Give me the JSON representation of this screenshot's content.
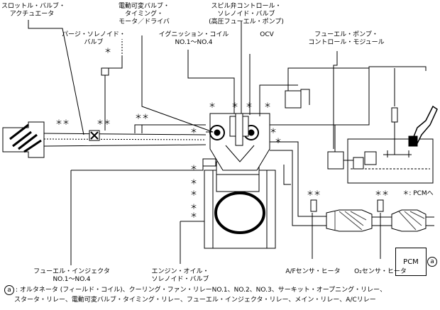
{
  "labels": {
    "throttle": [
      "スロットル・バルブ・",
      "アクチュエータ"
    ],
    "vvt": [
      "電動可変バルブ・",
      "タイミング・",
      "モータ／ドライバ"
    ],
    "spill": [
      "スピル弁コントロール・",
      "ソレノイド・バルブ",
      "(高圧フューエル・ポンプ)"
    ],
    "purge": [
      "パージ・ソレノイド・",
      "バルブ"
    ],
    "ignition": [
      "イグニッション・コイル",
      "NO.1～NO.4"
    ],
    "ocv": "OCV",
    "fpcm": [
      "フューエル・ポンプ・",
      "コントロール・モジュール"
    ],
    "injector": [
      "フューエル・インジェクタ",
      "NO.1～NO.4"
    ],
    "oil": [
      "エンジン・オイル・",
      "ソレノイド・バルブ"
    ],
    "af": "A/Fセンサ・ヒータ",
    "o2": "O₂センサ・ヒータ",
    "pcm_legend": "＊: PCMへ",
    "pcm": "PCM",
    "circle_a": "a"
  },
  "footer": {
    "line1": ": オルタネータ (フィールド・コイル)、クーリング・ファン・リレーNO.1、NO.2、NO.3、サーキット・オープニング・リレー、",
    "line2": "スタータ・リレー、電動可変バルブ・タイミング・リレー、フューエル・インジェクタ・リレー、メイン・リレー、A/Cリレー"
  }
}
